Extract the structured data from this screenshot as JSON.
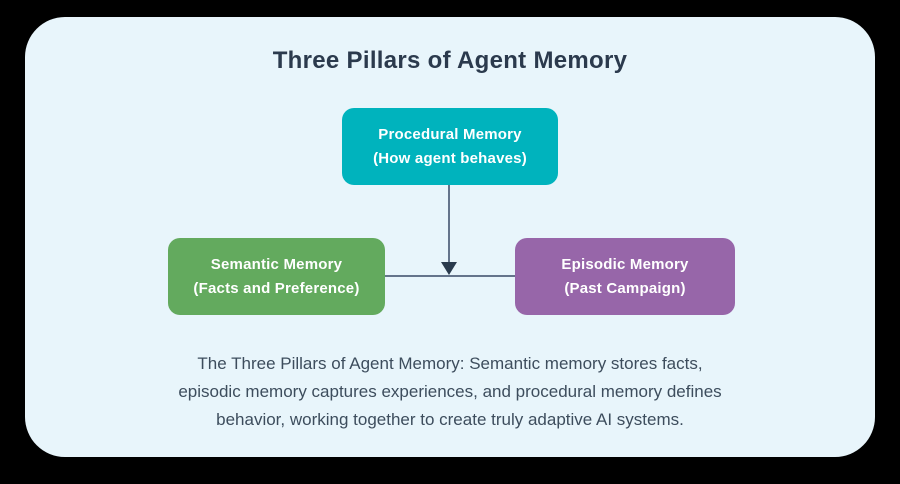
{
  "title": "Three Pillars of Agent Memory",
  "nodes": {
    "procedural": {
      "line1": "Procedural Memory",
      "line2": "(How agent behaves)"
    },
    "semantic": {
      "line1": "Semantic Memory",
      "line2": "(Facts and Preference)"
    },
    "episodic": {
      "line1": "Episodic Memory",
      "line2": "(Past Campaign)"
    }
  },
  "caption": {
    "lines": [
      "The Three Pillars of Agent Memory: Semantic memory stores facts,",
      "episodic memory captures experiences, and procedural memory defines",
      "behavior, working together to create truly adaptive AI systems."
    ]
  },
  "colors": {
    "background": "#000000",
    "card": "#e8f5fb",
    "procedural": "#00b3bd",
    "semantic": "#63aa5e",
    "episodic": "#9766a9",
    "title_text": "#2b3a4d",
    "caption_text": "#3d4d5d",
    "connector": "#64748b",
    "arrow": "#2a3b4d",
    "node_text": "#ffffff"
  }
}
